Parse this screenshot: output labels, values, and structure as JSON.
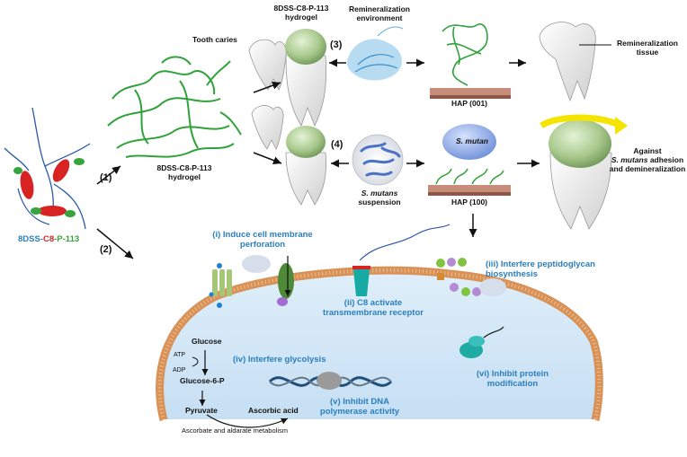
{
  "peptide": {
    "label_a": "8DSS-",
    "label_b": "C8",
    "label_c": "-P-113"
  },
  "steps": {
    "s1": "(1)",
    "s2": "(2)",
    "s3": "(3)",
    "s4": "(4)"
  },
  "top": {
    "hydrogel_label": "8DSS-C8-P-113\nhydrogel",
    "tooth_caries": "Tooth caries",
    "gel_top": "8DSS-C8-P-113\nhydrogel",
    "remin_env": "Remineralization\nenvironment",
    "hap1": "HAP (001)",
    "remin_tissue": "Remineralization\ntissue",
    "smutan": "S. mutan",
    "smutans_susp_1": "S. mutans",
    "smutans_susp_2": "suspension",
    "hap2": "HAP (100)",
    "against_1": "Against",
    "against_2a": "S. mutans",
    "against_2b": " adhesion",
    "against_3": "and demineralization"
  },
  "cell": {
    "m1": "(i) Induce cell membrane\nperforation",
    "m2": "(ii) C8 activate\ntransmembrane receptor",
    "m3": "(iii) Interfere peptidoglycan\nbiosynthesis",
    "m4": "(iv) Interfere glycolysis",
    "m5": "(v) Inhibit DNA\npolymerase activity",
    "m6": "(vi) Inhibit protein\nmodification",
    "glucose": "Glucose",
    "atp": "ATP",
    "adp": "ADP",
    "g6p": "Glucose-6-P",
    "pyruvate": "Pyruvate",
    "ascorbic": "Ascorbic acid",
    "metab": "Ascorbate and aldarate metabolism"
  }
}
